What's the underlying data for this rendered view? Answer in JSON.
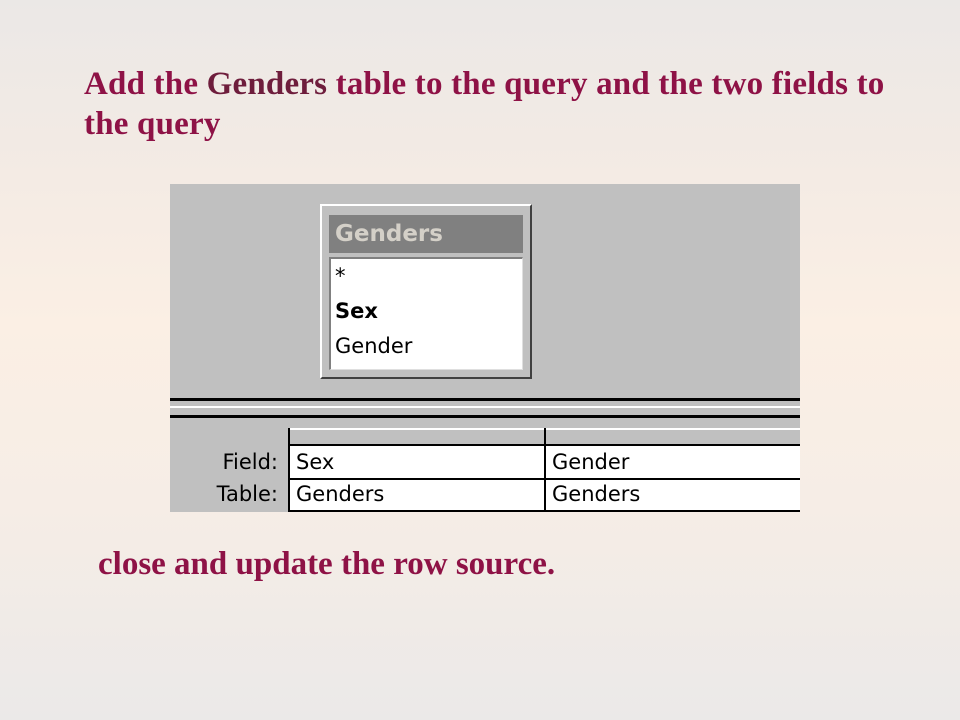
{
  "slide": {
    "heading_before": "Add the ",
    "heading_highlight": "Genders",
    "heading_after": " table to the query and the two fields to the query",
    "footer": "close and update the row source."
  },
  "query_design": {
    "table": {
      "title": "Genders",
      "fields": [
        "*",
        "Sex",
        "Gender"
      ],
      "primary_key": "Sex"
    },
    "grid": {
      "row_labels": [
        "Field:",
        "Table:"
      ],
      "columns": [
        {
          "field": "Sex",
          "table": "Genders"
        },
        {
          "field": "Gender",
          "table": "Genders"
        }
      ]
    }
  }
}
